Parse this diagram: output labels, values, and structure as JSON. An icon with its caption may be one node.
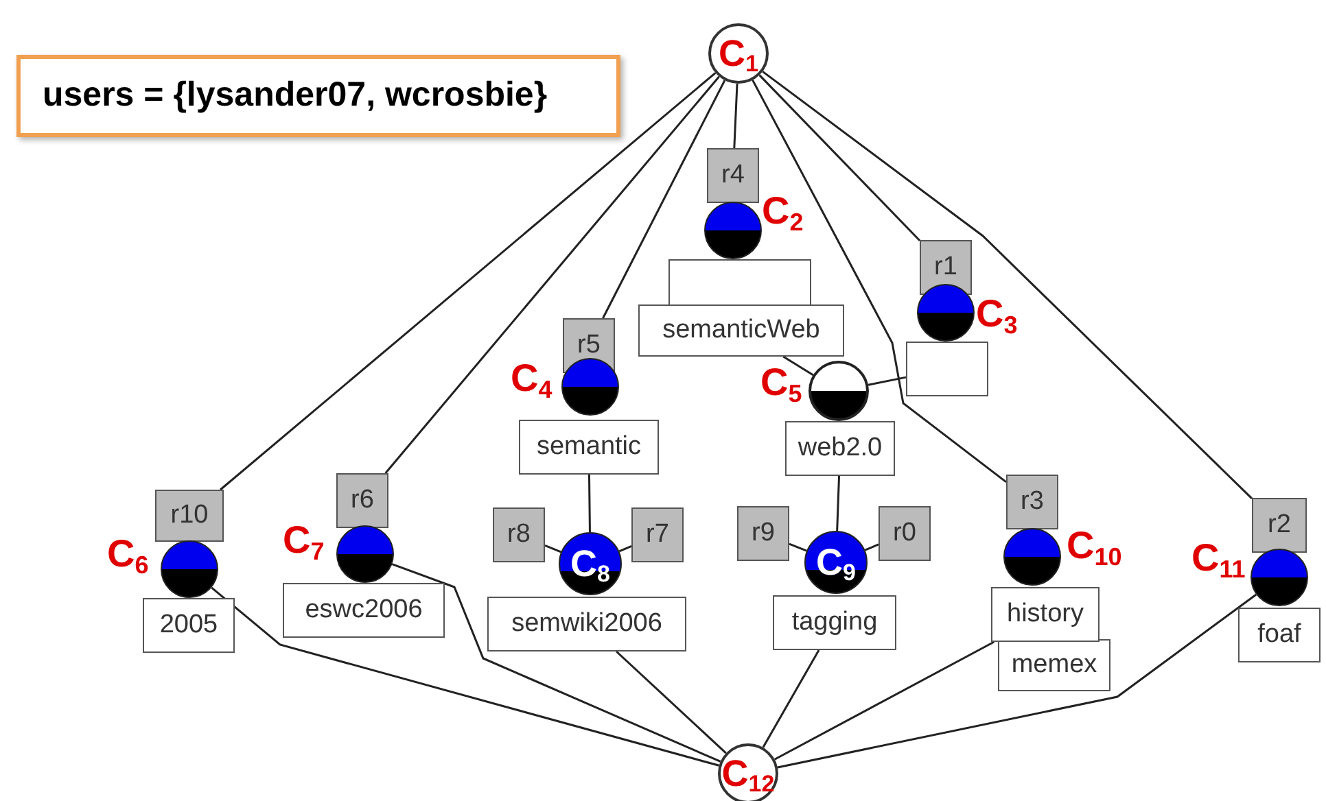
{
  "diagram": {
    "nodes": [
      {
        "text": [
          "users = {lysander07, wcrosbie}"
        ]
      },
      {
        "text": [
          "C$_{1}$"
        ]
      },
      {
        "text": [
          "r4"
        ]
      },
      {
        "text": [],
        "shape": "circle",
        "beside": [
          "C$_{2}$"
        ]
      },
      {
        "text": [],
        "shape": "box"
      },
      {
        "text": [
          "semanticWeb"
        ]
      },
      {
        "text": [
          "r1"
        ]
      },
      {
        "text": [],
        "shape": "circle",
        "beside": [
          "C$_{3}$"
        ]
      },
      {
        "text": [],
        "shape": "box"
      },
      {
        "text": [
          "r5"
        ]
      },
      {
        "text": [],
        "shape": "circle",
        "beside": [
          "C$_{4}$"
        ]
      },
      {
        "text": [
          "semantic"
        ]
      },
      {
        "text": [],
        "shape": "circle",
        "beside": [
          "C$_{5}$"
        ]
      },
      {
        "text": [
          "web2.0"
        ]
      },
      {
        "text": [
          "r10"
        ]
      },
      {
        "text": [],
        "shape": "circle",
        "beside": [
          "C$_{6}$"
        ]
      },
      {
        "text": [
          "2005"
        ]
      },
      {
        "text": [
          "r6"
        ]
      },
      {
        "text": [],
        "shape": "circle",
        "beside": [
          "C$_{7}$"
        ]
      },
      {
        "text": [
          "eswc2006"
        ]
      },
      {
        "text": [
          "r8"
        ]
      },
      {
        "text": [
          "C$_{8}$"
        ]
      },
      {
        "text": [
          "r7"
        ]
      },
      {
        "text": [
          "semwiki2006"
        ]
      },
      {
        "text": [
          "r9"
        ]
      },
      {
        "text": [
          "C$_{9}$"
        ]
      },
      {
        "text": [
          "r0"
        ]
      },
      {
        "text": [
          "tagging"
        ]
      },
      {
        "text": [
          "r3"
        ]
      },
      {
        "text": [],
        "shape": "circle",
        "beside": [
          "C$_{10}$"
        ]
      },
      {
        "text": [
          "history"
        ]
      },
      {
        "text": [
          "memex"
        ]
      },
      {
        "text": [
          "r2"
        ]
      },
      {
        "text": [],
        "shape": "circle",
        "beside": [
          "C$_{11}$"
        ]
      },
      {
        "text": [
          "foaf"
        ]
      },
      {
        "text": [
          "C$_{12}$"
        ]
      }
    ],
    "edges": [
      {
        "from": 1,
        "to": 14,
        "arrow": "none"
      },
      {
        "from": 1,
        "to": 17,
        "arrow": "none"
      },
      {
        "from": 1,
        "to": 9,
        "arrow": "none"
      },
      {
        "from": 1,
        "to": 2,
        "arrow": "none"
      },
      {
        "from": 1,
        "to": 28,
        "arrow": "none"
      },
      {
        "from": 1,
        "to": 6,
        "arrow": "none"
      },
      {
        "from": 1,
        "to": 32,
        "arrow": "none"
      },
      {
        "from": 5,
        "to": 12,
        "arrow": "none"
      },
      {
        "from": 8,
        "to": 12,
        "arrow": "none"
      },
      {
        "from": 11,
        "to": 21,
        "arrow": "none"
      },
      {
        "from": 13,
        "to": 25,
        "arrow": "none"
      },
      {
        "from": 20,
        "to": 21,
        "arrow": "none"
      },
      {
        "from": 22,
        "to": 21,
        "arrow": "none"
      },
      {
        "from": 24,
        "to": 25,
        "arrow": "none"
      },
      {
        "from": 26,
        "to": 25,
        "arrow": "none"
      },
      {
        "from": 15,
        "to": 35,
        "arrow": "none"
      },
      {
        "from": 18,
        "to": 35,
        "arrow": "none"
      },
      {
        "from": 23,
        "to": 35,
        "arrow": "none"
      },
      {
        "from": 27,
        "to": 35,
        "arrow": "none"
      },
      {
        "from": 30,
        "to": 35,
        "arrow": "none"
      },
      {
        "from": 33,
        "to": 35,
        "arrow": "none"
      }
    ]
  }
}
